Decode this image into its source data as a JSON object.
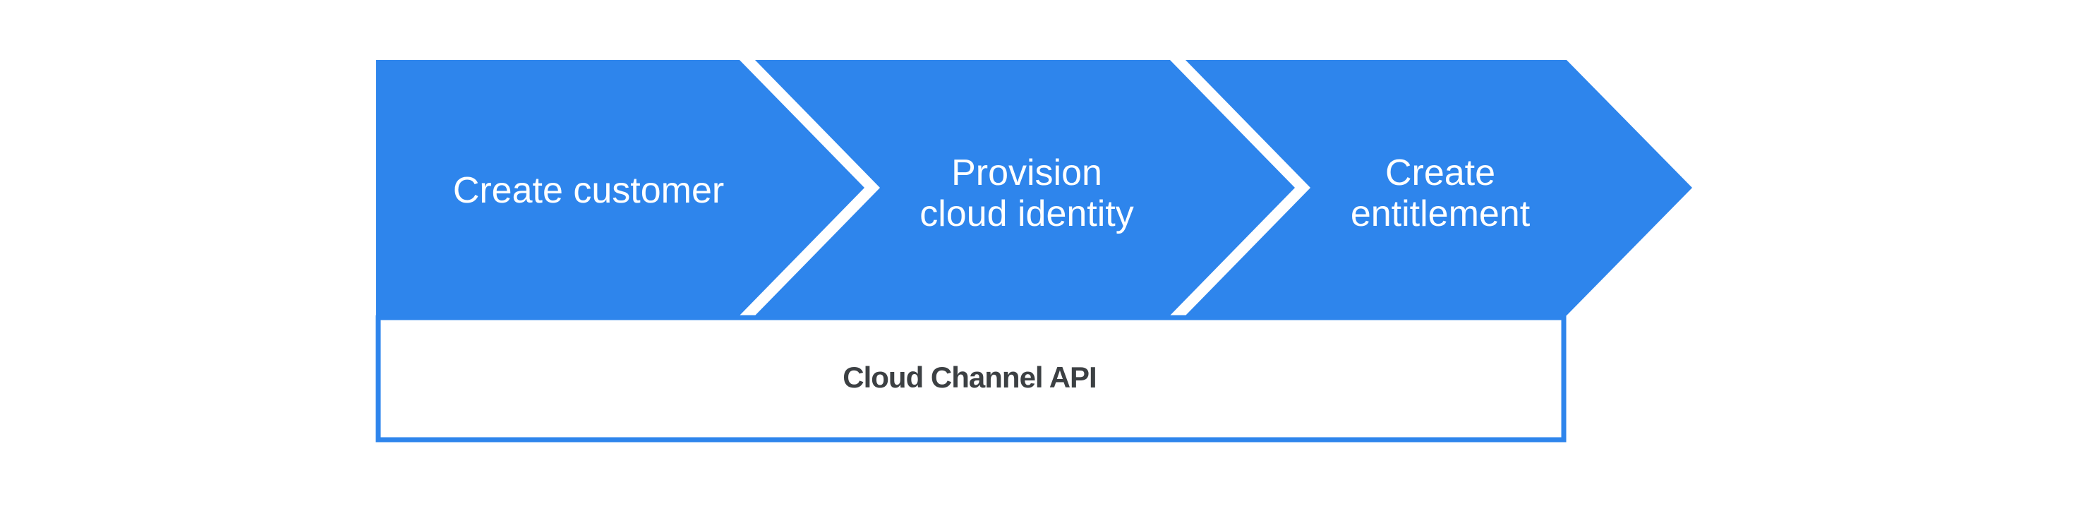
{
  "diagram": {
    "type": "process-flow-chevrons",
    "steps": [
      {
        "id": "create-customer",
        "label": "Create customer"
      },
      {
        "id": "provision-cloud-identity",
        "label": "Provision\ncloud identity"
      },
      {
        "id": "create-entitlement",
        "label": "Create\nentitlement"
      }
    ],
    "api_bar": {
      "label": "Cloud Channel API"
    }
  },
  "colors": {
    "step_fill": "#2e85ec",
    "step_label": "#ffffff",
    "api_bar_fill": "#ffffff",
    "api_bar_border": "#2e85ec",
    "api_label": "#3c4043",
    "background": "#ffffff"
  }
}
